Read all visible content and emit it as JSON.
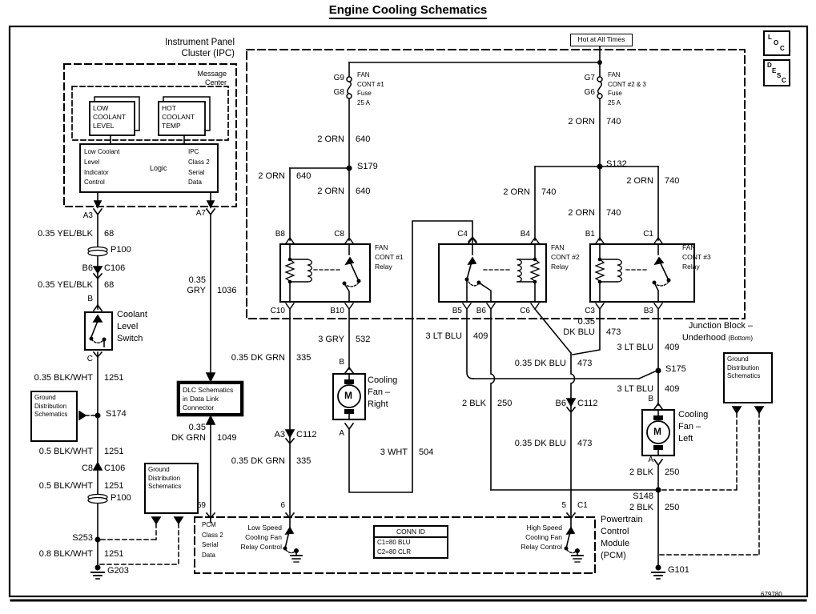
{
  "title": "Engine Cooling Schematics",
  "figure_number": "679780",
  "corner_buttons": {
    "loc": [
      "L",
      "O",
      "C"
    ],
    "desc": [
      "D",
      "E",
      "S",
      "C"
    ]
  },
  "ipc": {
    "header": [
      "Instrument Panel",
      "Cluster (IPC)"
    ],
    "message_center": [
      "Message",
      "Center"
    ],
    "low_coolant_indicator": [
      "LOW",
      "COOLANT",
      "LEVEL"
    ],
    "hot_coolant_indicator": [
      "HOT",
      "COOLANT",
      "TEMP"
    ],
    "logic_left": [
      "Low Coolant",
      "Level",
      "Indicator",
      "Control"
    ],
    "logic_center": "Logic",
    "logic_right": [
      "IPC",
      "Class 2",
      "Serial",
      "Data"
    ],
    "pin_a3": "A3",
    "pin_a7": "A7"
  },
  "coolant_switch": {
    "label": [
      "Coolant",
      "Level",
      "Switch"
    ],
    "pin_b": "B",
    "pin_c": "C"
  },
  "connectors": {
    "p100_upper": "P100",
    "p100_lower": "P100",
    "c106_upper": {
      "pin": "B6",
      "name": "C106"
    },
    "c106_lower": {
      "pin": "C8",
      "name": "C106"
    },
    "c112_left": {
      "pin": "A3",
      "name": "C112"
    },
    "c112_right": {
      "pin": "B6",
      "name": "C112"
    }
  },
  "junctions": {
    "s179": "S179",
    "s132": "S132",
    "s174": "S174",
    "s253": "S253",
    "s175": "S175",
    "s148": "S148"
  },
  "grounds": {
    "g203": "G203",
    "g101": "G101"
  },
  "power": {
    "hot_at_all_times": "Hot at All Times",
    "fuse1": {
      "top_pin": "G9",
      "bottom_pin": "G8",
      "label": [
        "FAN",
        "CONT #1",
        "Fuse",
        "25 A"
      ]
    },
    "fuse2": {
      "top_pin": "G7",
      "bottom_pin": "G6",
      "label": [
        "FAN",
        "CONT #2 & 3",
        "Fuse",
        "25 A"
      ]
    }
  },
  "junction_block": {
    "label_line1": "Junction Block –",
    "label_line2": "Underhood",
    "label_small": "(Bottom)"
  },
  "relays": {
    "relay1": {
      "label": [
        "FAN",
        "CONT #1",
        "Relay"
      ],
      "pins": {
        "tl": "B8",
        "tr": "C8",
        "bl": "C10",
        "br": "B10"
      }
    },
    "relay2": {
      "label": [
        "FAN",
        "CONT #2",
        "Relay"
      ],
      "pins": {
        "tl": "C4",
        "tr": "B4",
        "b1": "B5",
        "b2": "B6",
        "b3": "C6"
      }
    },
    "relay3": {
      "label": [
        "FAN",
        "CONT #3",
        "Relay"
      ],
      "pins": {
        "tl": "B1",
        "tr": "C1",
        "bl": "C3",
        "br": "B3"
      }
    }
  },
  "fans": {
    "right": {
      "label": [
        "Cooling",
        "Fan –",
        "Right"
      ],
      "pin_top": "B",
      "pin_bottom": "A",
      "motor": "M"
    },
    "left": {
      "label": [
        "Cooling",
        "Fan –",
        "Left"
      ],
      "pin_top": "B",
      "pin_bottom": "A",
      "motor": "M"
    }
  },
  "wires": {
    "yel_blk_1": {
      "name": "0.35 YEL/BLK",
      "num": "68"
    },
    "yel_blk_2": {
      "name": "0.35 YEL/BLK",
      "num": "68"
    },
    "blk_wht_1": {
      "name": "0.35 BLK/WHT",
      "num": "1251"
    },
    "blk_wht_2": {
      "name": "0.5 BLK/WHT",
      "num": "1251"
    },
    "blk_wht_3": {
      "name": "0.5 BLK/WHT",
      "num": "1251"
    },
    "blk_wht_4": {
      "name": "0.8 BLK/WHT",
      "num": "1251"
    },
    "gry_1036": {
      "name_lines": [
        "0.35",
        "GRY"
      ],
      "num": "1036"
    },
    "dk_grn_1049": {
      "name_lines": [
        "0.35",
        "DK GRN"
      ],
      "num": "1049"
    },
    "dk_grn_335_1": {
      "name": "0.35 DK GRN",
      "num": "335"
    },
    "dk_grn_335_2": {
      "name": "0.35 DK GRN",
      "num": "335"
    },
    "orn_640_top": {
      "name": "2 ORN",
      "num": "640"
    },
    "orn_640_left": {
      "name": "2 ORN",
      "num": "640"
    },
    "orn_640_mid": {
      "name": "2 ORN",
      "num": "640"
    },
    "orn_740_top": {
      "name": "2 ORN",
      "num": "740"
    },
    "orn_740_left": {
      "name": "2 ORN",
      "num": "740"
    },
    "orn_740_right": {
      "name": "2 ORN",
      "num": "740"
    },
    "orn_740_mid": {
      "name": "2 ORN",
      "num": "740"
    },
    "gry_532": {
      "name": "3 GRY",
      "num": "532"
    },
    "wht_504": {
      "name": "3 WHT",
      "num": "504"
    },
    "lt_blu_b5": {
      "name": "3 LT BLU",
      "num": "409"
    },
    "lt_blu_b3": {
      "name": "3 LT BLU",
      "num": "409"
    },
    "lt_blu_s175": {
      "name": "3 LT BLU",
      "num": "409"
    },
    "dk_blu_callout": {
      "name_lines": [
        "0.35",
        "DK BLU"
      ],
      "num": "473"
    },
    "dk_blu_mid": {
      "name": "0.35 DK BLU",
      "num": "473"
    },
    "dk_blu_low": {
      "name": "0.35 DK BLU",
      "num": "473"
    },
    "blk_250_b6": {
      "name": "2 BLK",
      "num": "250"
    },
    "blk_250_fanleft": {
      "name": "2 BLK",
      "num": "250"
    },
    "blk_250_g101": {
      "name": "2 BLK",
      "num": "250"
    }
  },
  "reference_boxes": {
    "ground_dist": [
      "Ground",
      "Distribution",
      "Schematics"
    ],
    "dlc": [
      "DLC Schematics",
      "in Data Link",
      "Connector"
    ]
  },
  "pcm": {
    "label": [
      "Powertrain",
      "Control",
      "Module",
      "(PCM)"
    ],
    "serial": [
      "PCM",
      "Class 2",
      "Serial",
      "Data"
    ],
    "low_speed": [
      "Low Speed",
      "Cooling Fan",
      "Relay Control"
    ],
    "high_speed": [
      "High Speed",
      "Cooling Fan",
      "Relay Control"
    ],
    "pin_59": "59",
    "pin_6": "6",
    "pin_5": "5",
    "pin_5_conn": "C1"
  },
  "conn_id": {
    "header": "CONN ID",
    "rows": [
      "C1=80 BLU",
      "C2=80 CLR"
    ]
  }
}
